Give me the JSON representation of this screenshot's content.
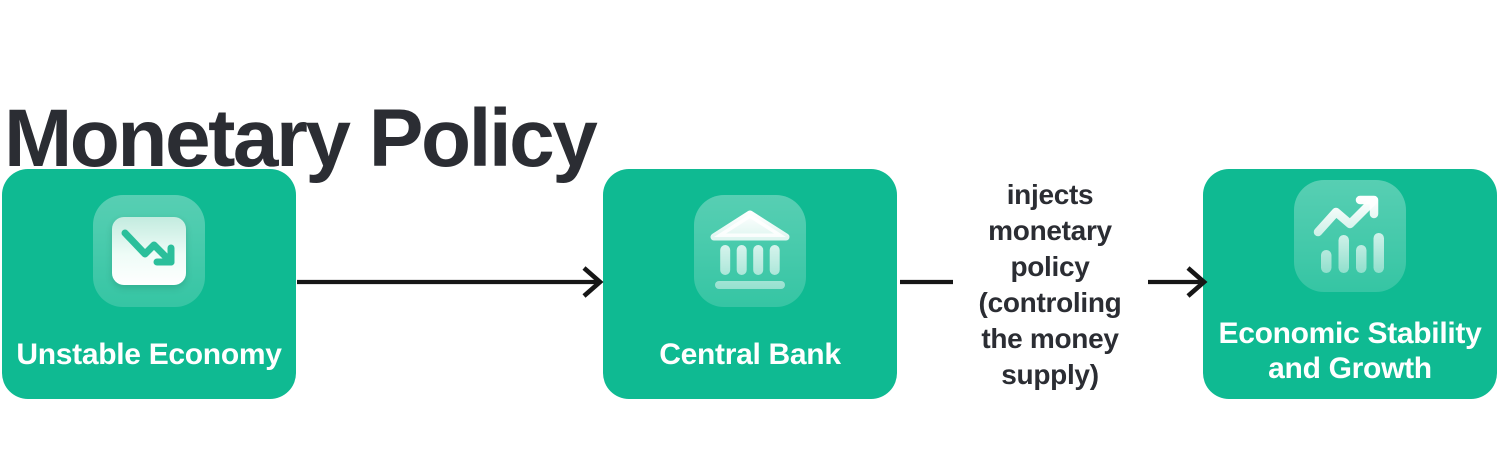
{
  "title": "Monetary Policy",
  "colors": {
    "box_green": "#0fba92",
    "tile_green": "#3cc7a7",
    "icon_green": "#2bbf9b",
    "text_dark": "#2b2d33",
    "label_white": "#ffffff",
    "arrow_black": "#161616"
  },
  "flow": {
    "nodes": [
      {
        "id": "unstable-economy",
        "label": "Unstable Economy",
        "icon": "trend-down-icon"
      },
      {
        "id": "central-bank",
        "label": "Central Bank",
        "icon": "bank-icon"
      },
      {
        "id": "economic-stability-and-growth",
        "label": "Economic Stability\nand Growth",
        "icon": "trend-up-icon"
      }
    ],
    "edges": [
      {
        "from": "unstable-economy",
        "to": "central-bank",
        "label": ""
      },
      {
        "from": "central-bank",
        "to": "economic-stability-and-growth",
        "label": "injects\nmonetary\npolicy\n(controling\nthe money\nsupply)"
      }
    ]
  }
}
